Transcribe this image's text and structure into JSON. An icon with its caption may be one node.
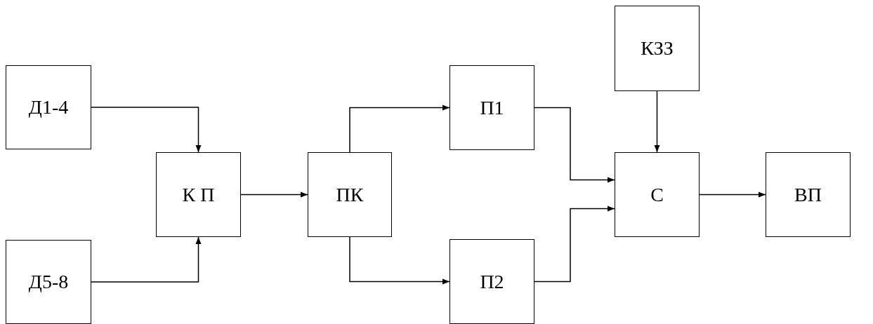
{
  "diagram": {
    "nodes": [
      {
        "text": [
          "Д1-4"
        ]
      },
      {
        "text": [
          "Д5-8"
        ]
      },
      {
        "text": [
          "К П"
        ]
      },
      {
        "text": [
          "ПК"
        ]
      },
      {
        "text": [
          "П1"
        ]
      },
      {
        "text": [
          "П2"
        ]
      },
      {
        "text": [
          "КЗЗ"
        ]
      },
      {
        "text": [
          "С"
        ]
      },
      {
        "text": [
          "ВП"
        ]
      }
    ],
    "edges": [
      {
        "from": 0,
        "to": 2,
        "arrow": "to"
      },
      {
        "from": 1,
        "to": 2,
        "arrow": "to"
      },
      {
        "from": 2,
        "to": 3,
        "arrow": "to"
      },
      {
        "from": 3,
        "to": 4,
        "arrow": "to"
      },
      {
        "from": 3,
        "to": 5,
        "arrow": "to"
      },
      {
        "from": 4,
        "to": 7,
        "arrow": "to"
      },
      {
        "from": 5,
        "to": 7,
        "arrow": "to"
      },
      {
        "from": 6,
        "to": 7,
        "arrow": "to"
      },
      {
        "from": 7,
        "to": 8,
        "arrow": "to"
      }
    ]
  }
}
